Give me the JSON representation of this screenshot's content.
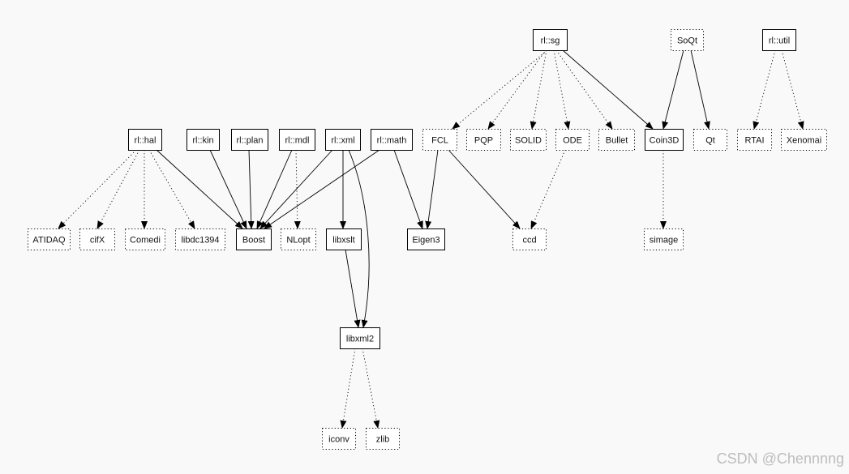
{
  "nodes": [
    {
      "id": "rl_sg",
      "label": "rl::sg",
      "style": "solid"
    },
    {
      "id": "soqt",
      "label": "SoQt",
      "style": "dotted"
    },
    {
      "id": "rl_util",
      "label": "rl::util",
      "style": "solid"
    },
    {
      "id": "rl_hal",
      "label": "rl::hal",
      "style": "solid"
    },
    {
      "id": "rl_kin",
      "label": "rl::kin",
      "style": "solid"
    },
    {
      "id": "rl_plan",
      "label": "rl::plan",
      "style": "solid"
    },
    {
      "id": "rl_mdl",
      "label": "rl::mdl",
      "style": "solid"
    },
    {
      "id": "rl_xml",
      "label": "rl::xml",
      "style": "solid"
    },
    {
      "id": "rl_math",
      "label": "rl::math",
      "style": "solid"
    },
    {
      "id": "fcl",
      "label": "FCL",
      "style": "dotted"
    },
    {
      "id": "pqp",
      "label": "PQP",
      "style": "dotted"
    },
    {
      "id": "solid",
      "label": "SOLID",
      "style": "dotted"
    },
    {
      "id": "ode",
      "label": "ODE",
      "style": "dotted"
    },
    {
      "id": "bullet",
      "label": "Bullet",
      "style": "dotted"
    },
    {
      "id": "coin3d",
      "label": "Coin3D",
      "style": "solid"
    },
    {
      "id": "qt",
      "label": "Qt",
      "style": "dotted"
    },
    {
      "id": "rtai",
      "label": "RTAI",
      "style": "dotted"
    },
    {
      "id": "xenomai",
      "label": "Xenomai",
      "style": "dotted"
    },
    {
      "id": "atidaq",
      "label": "ATIDAQ",
      "style": "dotted"
    },
    {
      "id": "cifx",
      "label": "cifX",
      "style": "dotted"
    },
    {
      "id": "comedi",
      "label": "Comedi",
      "style": "dotted"
    },
    {
      "id": "libdc1394",
      "label": "libdc1394",
      "style": "dotted"
    },
    {
      "id": "boost",
      "label": "Boost",
      "style": "solid"
    },
    {
      "id": "nlopt",
      "label": "NLopt",
      "style": "dotted"
    },
    {
      "id": "libxslt",
      "label": "libxslt",
      "style": "solid"
    },
    {
      "id": "eigen3",
      "label": "Eigen3",
      "style": "solid"
    },
    {
      "id": "ccd",
      "label": "ccd",
      "style": "dotted"
    },
    {
      "id": "simage",
      "label": "simage",
      "style": "dotted"
    },
    {
      "id": "libxml2",
      "label": "libxml2",
      "style": "solid"
    },
    {
      "id": "iconv",
      "label": "iconv",
      "style": "dotted"
    },
    {
      "id": "zlib",
      "label": "zlib",
      "style": "dotted"
    }
  ],
  "edges": [
    {
      "from": "rl_sg",
      "to": "fcl",
      "style": "dotted"
    },
    {
      "from": "rl_sg",
      "to": "pqp",
      "style": "dotted"
    },
    {
      "from": "rl_sg",
      "to": "solid",
      "style": "dotted"
    },
    {
      "from": "rl_sg",
      "to": "ode",
      "style": "dotted"
    },
    {
      "from": "rl_sg",
      "to": "bullet",
      "style": "dotted"
    },
    {
      "from": "rl_sg",
      "to": "coin3d",
      "style": "solid"
    },
    {
      "from": "soqt",
      "to": "coin3d",
      "style": "solid"
    },
    {
      "from": "soqt",
      "to": "qt",
      "style": "solid"
    },
    {
      "from": "rl_util",
      "to": "rtai",
      "style": "dotted"
    },
    {
      "from": "rl_util",
      "to": "xenomai",
      "style": "dotted"
    },
    {
      "from": "rl_hal",
      "to": "atidaq",
      "style": "dotted"
    },
    {
      "from": "rl_hal",
      "to": "cifx",
      "style": "dotted"
    },
    {
      "from": "rl_hal",
      "to": "comedi",
      "style": "dotted"
    },
    {
      "from": "rl_hal",
      "to": "libdc1394",
      "style": "dotted"
    },
    {
      "from": "rl_hal",
      "to": "boost",
      "style": "solid"
    },
    {
      "from": "rl_kin",
      "to": "boost",
      "style": "solid"
    },
    {
      "from": "rl_plan",
      "to": "boost",
      "style": "solid"
    },
    {
      "from": "rl_mdl",
      "to": "boost",
      "style": "solid"
    },
    {
      "from": "rl_mdl",
      "to": "nlopt",
      "style": "dotted"
    },
    {
      "from": "rl_xml",
      "to": "boost",
      "style": "solid"
    },
    {
      "from": "rl_xml",
      "to": "libxslt",
      "style": "solid"
    },
    {
      "from": "rl_xml",
      "to": "libxml2",
      "style": "solid",
      "curved": true
    },
    {
      "from": "rl_math",
      "to": "boost",
      "style": "solid"
    },
    {
      "from": "rl_math",
      "to": "eigen3",
      "style": "solid"
    },
    {
      "from": "fcl",
      "to": "eigen3",
      "style": "solid"
    },
    {
      "from": "fcl",
      "to": "ccd",
      "style": "solid"
    },
    {
      "from": "ode",
      "to": "ccd",
      "style": "dotted"
    },
    {
      "from": "coin3d",
      "to": "simage",
      "style": "dotted"
    },
    {
      "from": "libxslt",
      "to": "libxml2",
      "style": "solid"
    },
    {
      "from": "libxml2",
      "to": "iconv",
      "style": "dotted"
    },
    {
      "from": "libxml2",
      "to": "zlib",
      "style": "dotted"
    }
  ],
  "watermark": "CSDN @Chennnng"
}
